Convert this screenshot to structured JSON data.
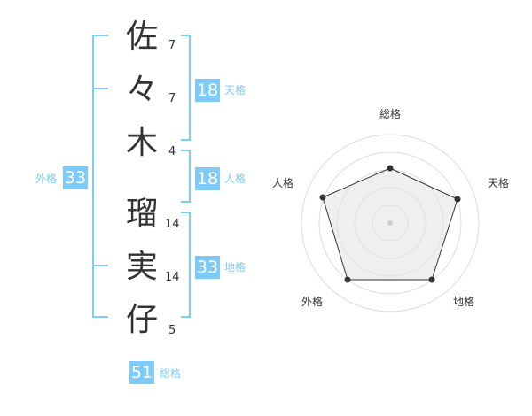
{
  "name": {
    "characters": [
      "佐",
      "々",
      "木",
      "瑠",
      "実",
      "仔"
    ],
    "strokes": [
      "7",
      "7",
      "4",
      "14",
      "14",
      "5"
    ]
  },
  "fortunes": {
    "tenkaku": {
      "value": "18",
      "label": "天格"
    },
    "jinkaku": {
      "value": "18",
      "label": "人格"
    },
    "chikaku": {
      "value": "33",
      "label": "地格"
    },
    "gaikaku": {
      "value": "33",
      "label": "外格"
    },
    "soukaku": {
      "value": "51",
      "label": "総格"
    }
  },
  "radar": {
    "labels": {
      "top": "総格",
      "right": "天格",
      "bottom_right": "地格",
      "bottom_left": "外格",
      "left": "人格"
    }
  },
  "colors": {
    "accent": "#7fcbf7",
    "text": "#333333",
    "ring": "#dddddd",
    "radar_fill": "#f0f0f0",
    "radar_line": "#333333"
  }
}
